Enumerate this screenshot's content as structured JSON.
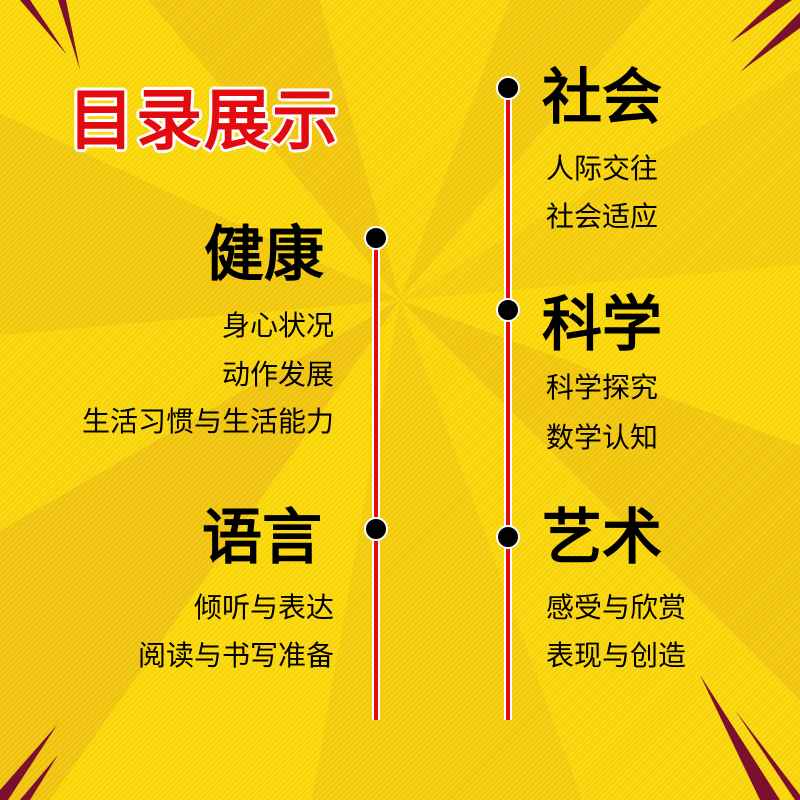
{
  "title": "目录展示",
  "colors": {
    "background": "#fcd80a",
    "title": "#e30b10",
    "timeline_line": "#e30b10",
    "dot": "#000000",
    "spike": "#7a0f2e"
  },
  "left_column": [
    {
      "heading": "健康",
      "items": [
        "身心状况",
        "动作发展",
        "生活习惯与生活能力"
      ]
    },
    {
      "heading": "语言",
      "items": [
        "倾听与表达",
        "阅读与书写准备"
      ]
    }
  ],
  "right_column": [
    {
      "heading": "社会",
      "items": [
        "人际交往",
        "社会适应"
      ]
    },
    {
      "heading": "科学",
      "items": [
        "科学探究",
        "数学认知"
      ]
    },
    {
      "heading": "艺术",
      "items": [
        "感受与欣赏",
        "表现与创造"
      ]
    }
  ]
}
